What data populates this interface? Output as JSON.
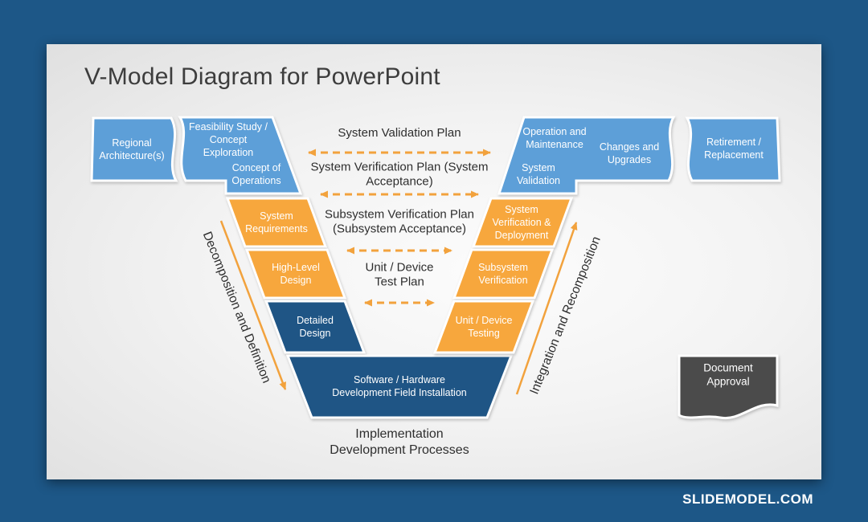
{
  "page": {
    "watermark": "SLIDEMODEL.COM"
  },
  "slide": {
    "title": "V-Model Diagram for PowerPoint",
    "left_branch_label": "Decomposition and Definition",
    "right_branch_label": "Integration and Recomposition",
    "bottom_label": "Implementation\nDevelopment Processes",
    "blocks": {
      "regional_architectures": "Regional\nArchitecture(s)",
      "feasibility_concept": "Feasibility Study /\nConcept\nExploration",
      "concept_of_operations": "Concept of\nOperations",
      "system_requirements": "System\nRequirements",
      "high_level_design": "High-Level\nDesign",
      "detailed_design": "Detailed\nDesign",
      "software_hardware": "Software / Hardware\nDevelopment Field Installation",
      "operation_maintenance": "Operation and\nMaintenance",
      "changes_upgrades": "Changes and\nUpgrades",
      "system_validation": "System\nValidation",
      "retirement_replacement": "Retirement /\nReplacement",
      "system_verification_deployment": "System\nVerification &\nDeployment",
      "subsystem_verification": "Subsystem\nVerification",
      "unit_device_testing": "Unit / Device\nTesting",
      "document_approval": "Document\nApproval"
    },
    "plans": {
      "system_validation_plan": "System Validation Plan",
      "system_verification_plan": "System Verification Plan (System\nAcceptance)",
      "subsystem_verification_plan": "Subsystem Verification Plan\n(Subsystem Acceptance)",
      "unit_device_test_plan": "Unit / Device\nTest Plan"
    }
  },
  "colors": {
    "frame_background": "#1d5787",
    "block_blue": "#5d9fd8",
    "block_orange": "#f7a73d",
    "block_navy": "#1f5585",
    "document_gray": "#4b4b4b",
    "arrow_orange": "#f2a23d",
    "title_text": "#3d3d3d"
  }
}
